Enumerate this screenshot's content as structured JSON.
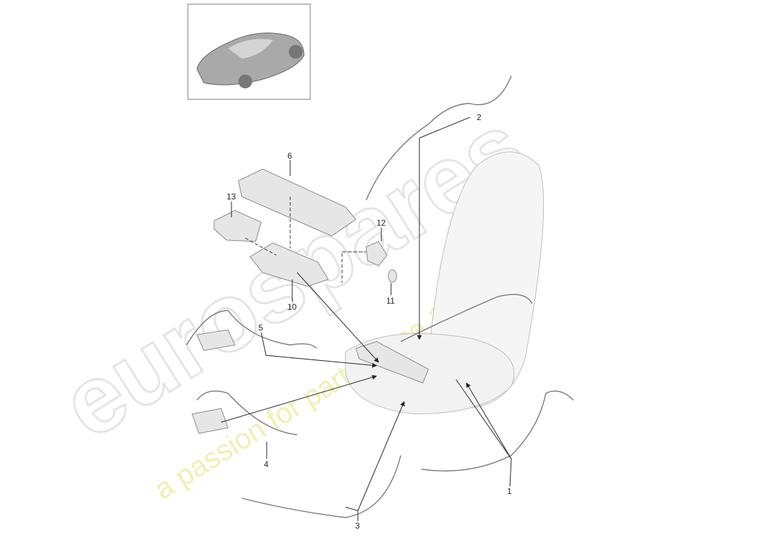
{
  "watermark": {
    "brand": "eurospares",
    "tagline": "a passion for parts since 1985"
  },
  "thumbnail": {
    "description_icon": "car-thumbnail"
  },
  "callouts": {
    "c1": "1",
    "c2": "2",
    "c3": "3",
    "c4": "4",
    "c5": "5",
    "c6": "6",
    "c10": "10",
    "c11": "11",
    "c12": "12",
    "c13": "13"
  }
}
